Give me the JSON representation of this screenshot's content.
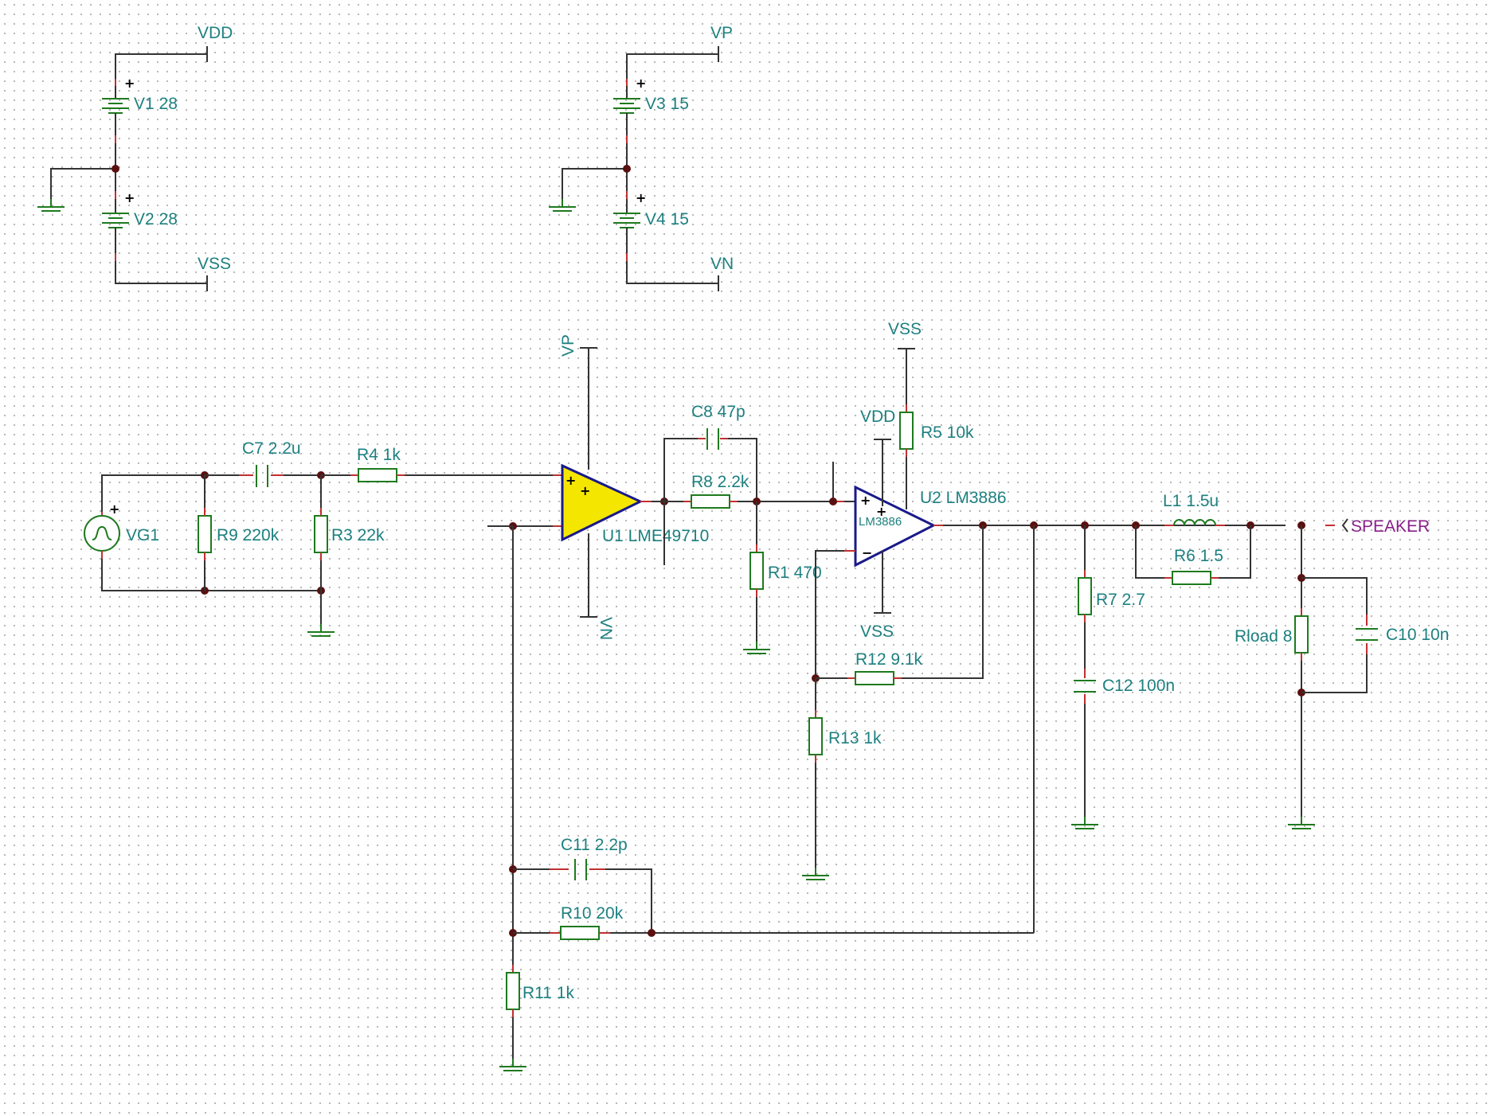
{
  "supplies": {
    "V1": "V1 28",
    "V2": "V2 28",
    "V3": "V3 15",
    "V4": "V4 15",
    "VDD": "VDD",
    "VSS": "VSS",
    "VP": "VP",
    "VN": "VN"
  },
  "components": {
    "VG1": "VG1",
    "C7": "C7 2.2u",
    "R4": "R4 1k",
    "R9": "R9 220k",
    "R3": "R3 22k",
    "U1": "U1 LME49710",
    "VP_U1": "VP",
    "VN_U1": "VN",
    "C8": "C8 47p",
    "R8": "R8 2.2k",
    "R1": "R1 470",
    "VSS_top": "VSS",
    "VDD_U2": "VDD",
    "R5": "R5 10k",
    "U2": "U2 LM3886",
    "U2_inner": "LM3886",
    "VSS_bottom": "VSS",
    "R12": "R12 9.1k",
    "R13": "R13 1k",
    "L1": "L1 1.5u",
    "R6": "R6 1.5",
    "R7": "R7 2.7",
    "C12": "C12 100n",
    "Rload": "Rload 8",
    "C10": "C10 10n",
    "C11": "C11 2.2p",
    "R10": "R10 20k",
    "R11": "R11 1k"
  },
  "ports": {
    "speaker": "SPEAKER"
  }
}
